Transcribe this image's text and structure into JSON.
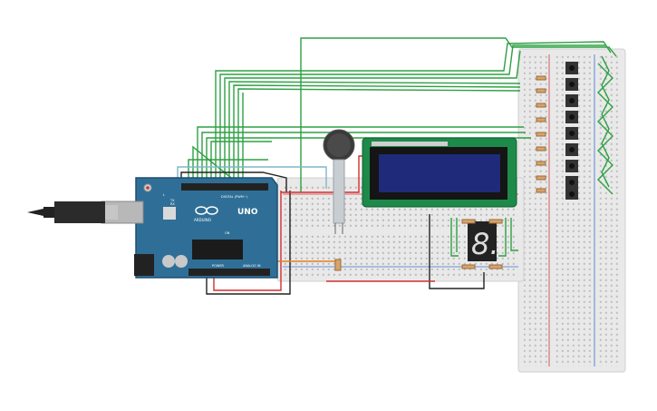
{
  "board": {
    "brand": "ARDUINO",
    "model": "UNO",
    "digital_label": "DIGITAL (PWM~)",
    "power_label": "POWER",
    "analog_label": "ANALOG IN",
    "tx_label": "TX",
    "rx_label": "RX",
    "l_label": "L",
    "on_label": "ON"
  },
  "seven_segment": {
    "digit": "8."
  },
  "colors": {
    "board_blue": "#2f6f97",
    "wire_green": "#2ea043",
    "wire_red": "#d32f2f",
    "wire_black": "#222222",
    "wire_orange": "#e67e22",
    "wire_cyan": "#7fb7c9",
    "lcd_screen": "#1f2a7a",
    "lcd_board": "#1e8a4a",
    "breadboard": "#e9e9e9"
  },
  "components": {
    "lcd": "lcd-16x2-icon",
    "fsr": "force-sensor-icon",
    "display": "seven-segment-icon",
    "buttons": "pushbutton-icon",
    "resistors": "resistor-icon",
    "usb": "usb-cable-icon"
  }
}
